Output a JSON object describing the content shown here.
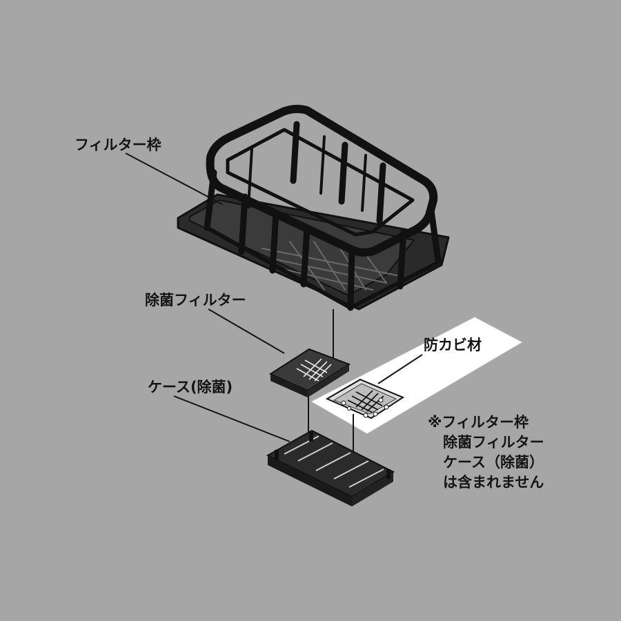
{
  "labels": {
    "filter_frame": "フィルター枠",
    "antibacterial_filter": "除菌フィルター",
    "case": "ケース(除菌)",
    "antimold": "防カビ材"
  },
  "note": {
    "line1": "※フィルター枠",
    "line2": "除菌フィルター",
    "line3": "ケース（除菌）",
    "line4": "は含まれません"
  },
  "colors": {
    "background": "#a6a6a6",
    "ink": "#141414",
    "sheet": "#ffffff"
  }
}
